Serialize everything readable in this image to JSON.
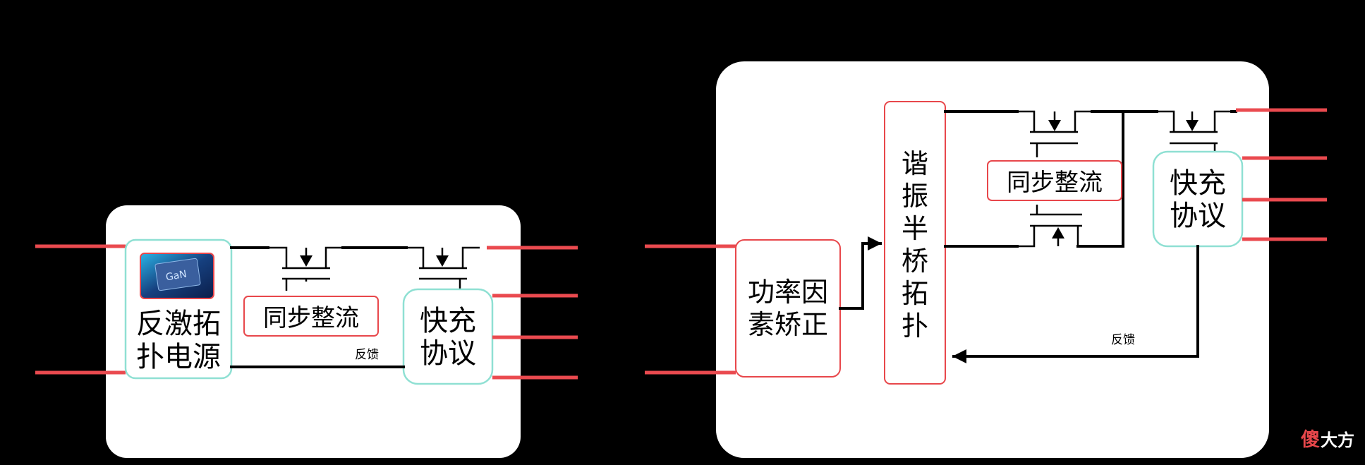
{
  "left_diagram": {
    "flyback_block": "反激拓\n扑电源",
    "chip_label": "GaN",
    "sync_rect_label": "同步整流",
    "fast_charge_label": "快充\n协议",
    "feedback_label": "反馈"
  },
  "right_diagram": {
    "pfc_block": "功率因\n素矫正",
    "llc_block": "谐\n振\n半\n桥\n拓\n扑",
    "sync_rect_label": "同步整流",
    "fast_charge_label": "快充\n协议",
    "feedback_label": "反馈"
  },
  "watermark": {
    "part1": "傻",
    "part2": "大方"
  },
  "colors": {
    "background": "#000000",
    "panel": "#ffffff",
    "red_line": "#ea4a4f",
    "block_border_red": "#e8474b",
    "block_border_teal": "#8fe0d3",
    "watermark_red": "#e8474b",
    "watermark_white": "#ffffff"
  }
}
